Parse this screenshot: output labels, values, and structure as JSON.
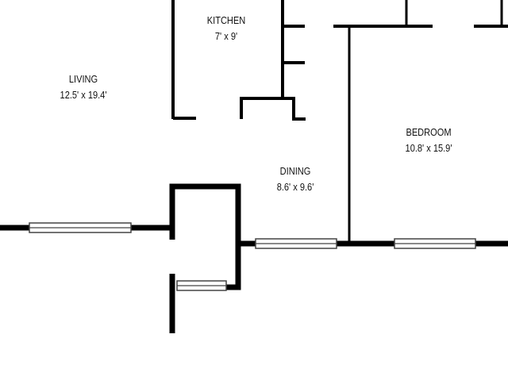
{
  "colors": {
    "wall": "#000000",
    "window_fill": "#ffffff",
    "window_line": "#444444",
    "text": "#111111"
  },
  "rooms": {
    "living": {
      "name": "LIVING",
      "size": "12.5' x 19.4'"
    },
    "kitchen": {
      "name": "KITCHEN",
      "size": "7' x 9'"
    },
    "dining": {
      "name": "DINING",
      "size": "8.6' x 9.6'"
    },
    "bedroom": {
      "name": "BEDROOM",
      "size": "10.8' x 15.9'"
    }
  }
}
